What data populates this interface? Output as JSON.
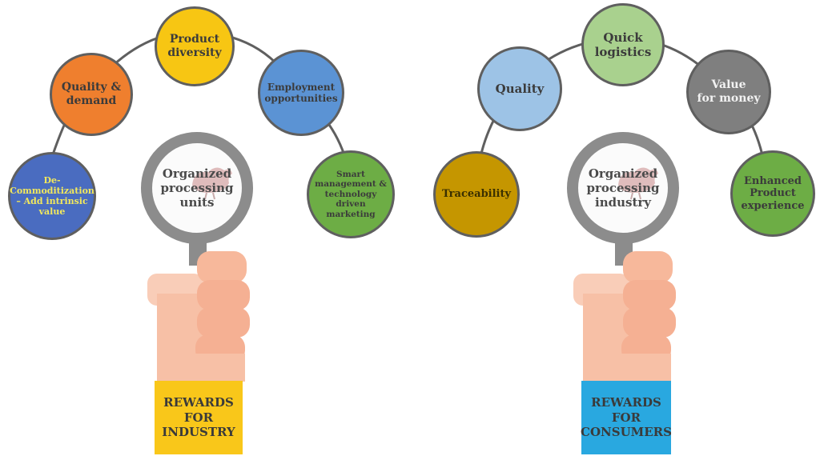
{
  "colors": {
    "orange": "#ef7f2e",
    "yellow": "#f7c613",
    "blue": "#5b93d4",
    "dark_blue": "#4a6cc0",
    "green": "#6dad45",
    "light_blue": "#9dc3e6",
    "light_green": "#a9d18e",
    "gray": "#7f7f7f",
    "gold": "#c59600",
    "yellow_box": "#f9c71a",
    "cyan_box": "#29a8e0",
    "hand": "#f7c0a6"
  },
  "left": {
    "nodes": {
      "decommoditization": "De-\nCommoditization\n– Add intrinsic\nvalue",
      "quality_demand": "Quality &\ndemand",
      "product_diversity": "Product\ndiversity",
      "employment": "Employment\nopportunities",
      "smart_management": "Smart\nmanagement &\ntechnology\ndriven\nmarketing"
    },
    "lens_text": "Organized\nprocessing\nunits",
    "label": "REWARDS\nFOR\nINDUSTRY"
  },
  "right": {
    "nodes": {
      "traceability": "Traceability",
      "quality": "Quality",
      "quick_logistics": "Quick\nlogistics",
      "value_for_money": "Value\nfor money",
      "enhanced_experience": "Enhanced\nProduct\nexperience"
    },
    "lens_text": "Organized\nprocessing\nindustry",
    "label": "REWARDS\nFOR\nCONSUMERS"
  }
}
